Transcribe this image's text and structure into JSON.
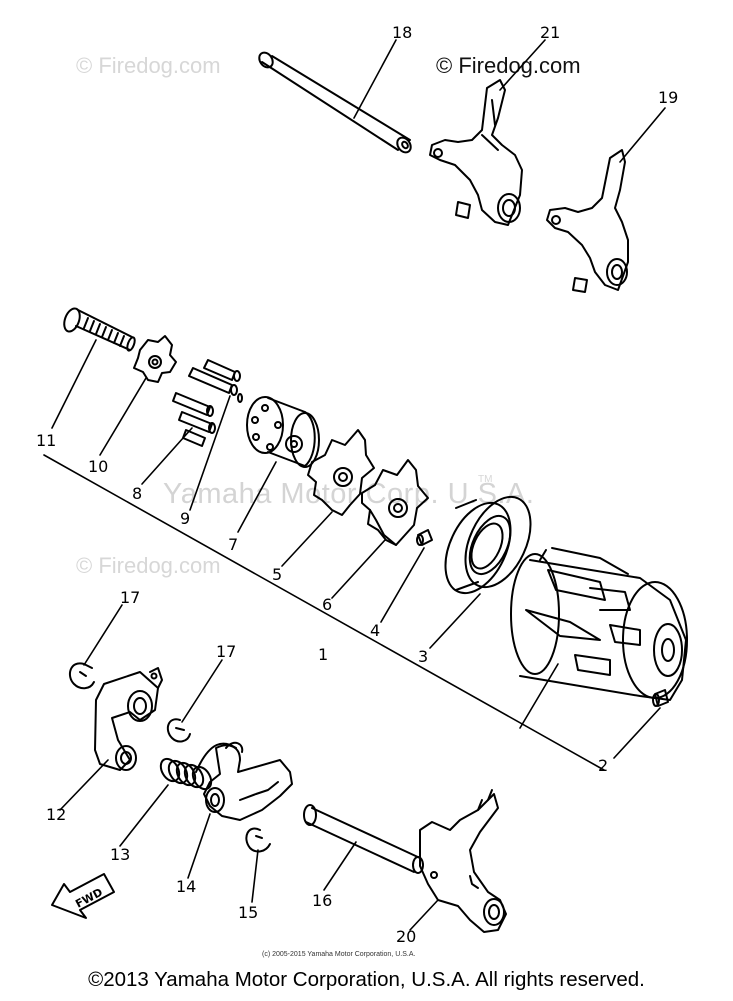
{
  "watermarks": {
    "top_left": "© Firedog.com",
    "top_right": "© Firedog.com",
    "mid_left": "© Firedog.com",
    "center": "Yamaha Motor Corp. U.S.A.",
    "center_tm": "TM"
  },
  "small_copyright": "(c) 2005-2015 Yamaha Motor Corporation, U.S.A.",
  "footer": "©2013 Yamaha Motor Corporation, U.S.A. All rights reserved.",
  "fwd_label": "FWD",
  "callouts": {
    "c18": "18",
    "c21": "21",
    "c19": "19",
    "c11": "11",
    "c10": "10",
    "c8": "8",
    "c9": "9",
    "c7": "7",
    "c5": "5",
    "c6": "6",
    "c4": "4",
    "c1": "1",
    "c3": "3",
    "c2": "2",
    "c17a": "17",
    "c17b": "17",
    "c12": "12",
    "c13": "13",
    "c14": "14",
    "c15": "15",
    "c16": "16",
    "c20": "20"
  }
}
